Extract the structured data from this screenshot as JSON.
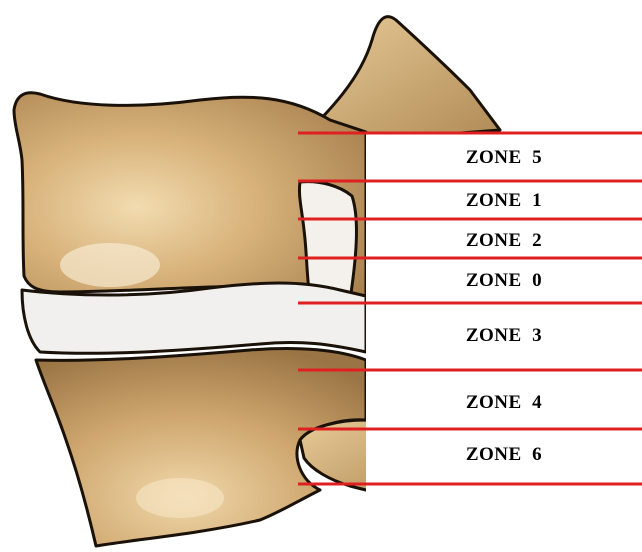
{
  "colors": {
    "zone_line": "#e02020",
    "bone_light": "#e6c48e",
    "bone_mid": "#c9a066",
    "bone_dark": "#8a6a3c",
    "disc": "#f2f0ee",
    "outline": "#1a1208",
    "label_panel": "#ffffff"
  },
  "zones": [
    {
      "label": "ZONE  5"
    },
    {
      "label": "ZONE  1"
    },
    {
      "label": "ZONE  2"
    },
    {
      "label": "ZONE  0"
    },
    {
      "label": "ZONE  3"
    },
    {
      "label": "ZONE  4"
    },
    {
      "label": "ZONE  6"
    }
  ]
}
